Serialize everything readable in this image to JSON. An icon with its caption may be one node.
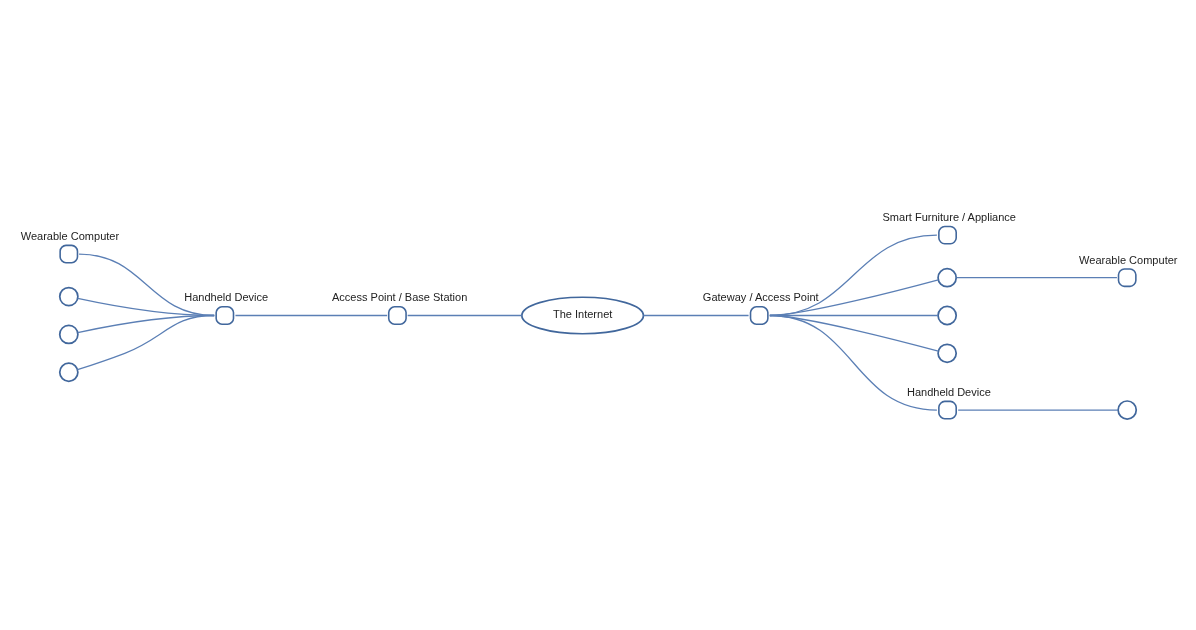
{
  "diagram": {
    "nodes": [
      {
        "text": [],
        "shape": "circle",
        "beside": [
          "Wearable Computer"
        ]
      },
      {
        "text": [],
        "shape": "circle"
      },
      {
        "text": [],
        "shape": "circle"
      },
      {
        "text": [],
        "shape": "circle"
      },
      {
        "text": [],
        "shape": "circle",
        "beside": [
          "Handheld Device"
        ]
      },
      {
        "text": [],
        "shape": "circle",
        "beside": [
          "Access Point / Base Station"
        ]
      },
      {
        "text": [
          "The Internet"
        ]
      },
      {
        "text": [],
        "shape": "circle",
        "beside": [
          "Gateway / Access Point"
        ]
      },
      {
        "text": [],
        "shape": "circle",
        "beside": [
          "Smart Furniture / Appliance"
        ]
      },
      {
        "text": [],
        "shape": "circle"
      },
      {
        "text": [],
        "shape": "circle"
      },
      {
        "text": [],
        "shape": "circle"
      },
      {
        "text": [],
        "shape": "circle",
        "beside": [
          "Wearable Computer"
        ]
      },
      {
        "text": [],
        "shape": "circle",
        "beside": [
          "Handheld Device"
        ]
      },
      {
        "text": [],
        "shape": "circle"
      }
    ],
    "edges": [
      {
        "from": 0,
        "to": 4,
        "arrow": "none"
      },
      {
        "from": 1,
        "to": 4,
        "arrow": "none"
      },
      {
        "from": 2,
        "to": 4,
        "arrow": "none"
      },
      {
        "from": 3,
        "to": 4,
        "arrow": "none"
      },
      {
        "from": 4,
        "to": 5,
        "arrow": "none"
      },
      {
        "from": 5,
        "to": 6,
        "arrow": "none"
      },
      {
        "from": 6,
        "to": 7,
        "arrow": "none"
      },
      {
        "from": 7,
        "to": 8,
        "arrow": "none"
      },
      {
        "from": 7,
        "to": 9,
        "arrow": "none"
      },
      {
        "from": 7,
        "to": 10,
        "arrow": "none"
      },
      {
        "from": 7,
        "to": 11,
        "arrow": "none"
      },
      {
        "from": 9,
        "to": 12,
        "arrow": "none"
      },
      {
        "from": 7,
        "to": 13,
        "arrow": "none"
      },
      {
        "from": 13,
        "to": 14,
        "arrow": "none"
      }
    ]
  }
}
